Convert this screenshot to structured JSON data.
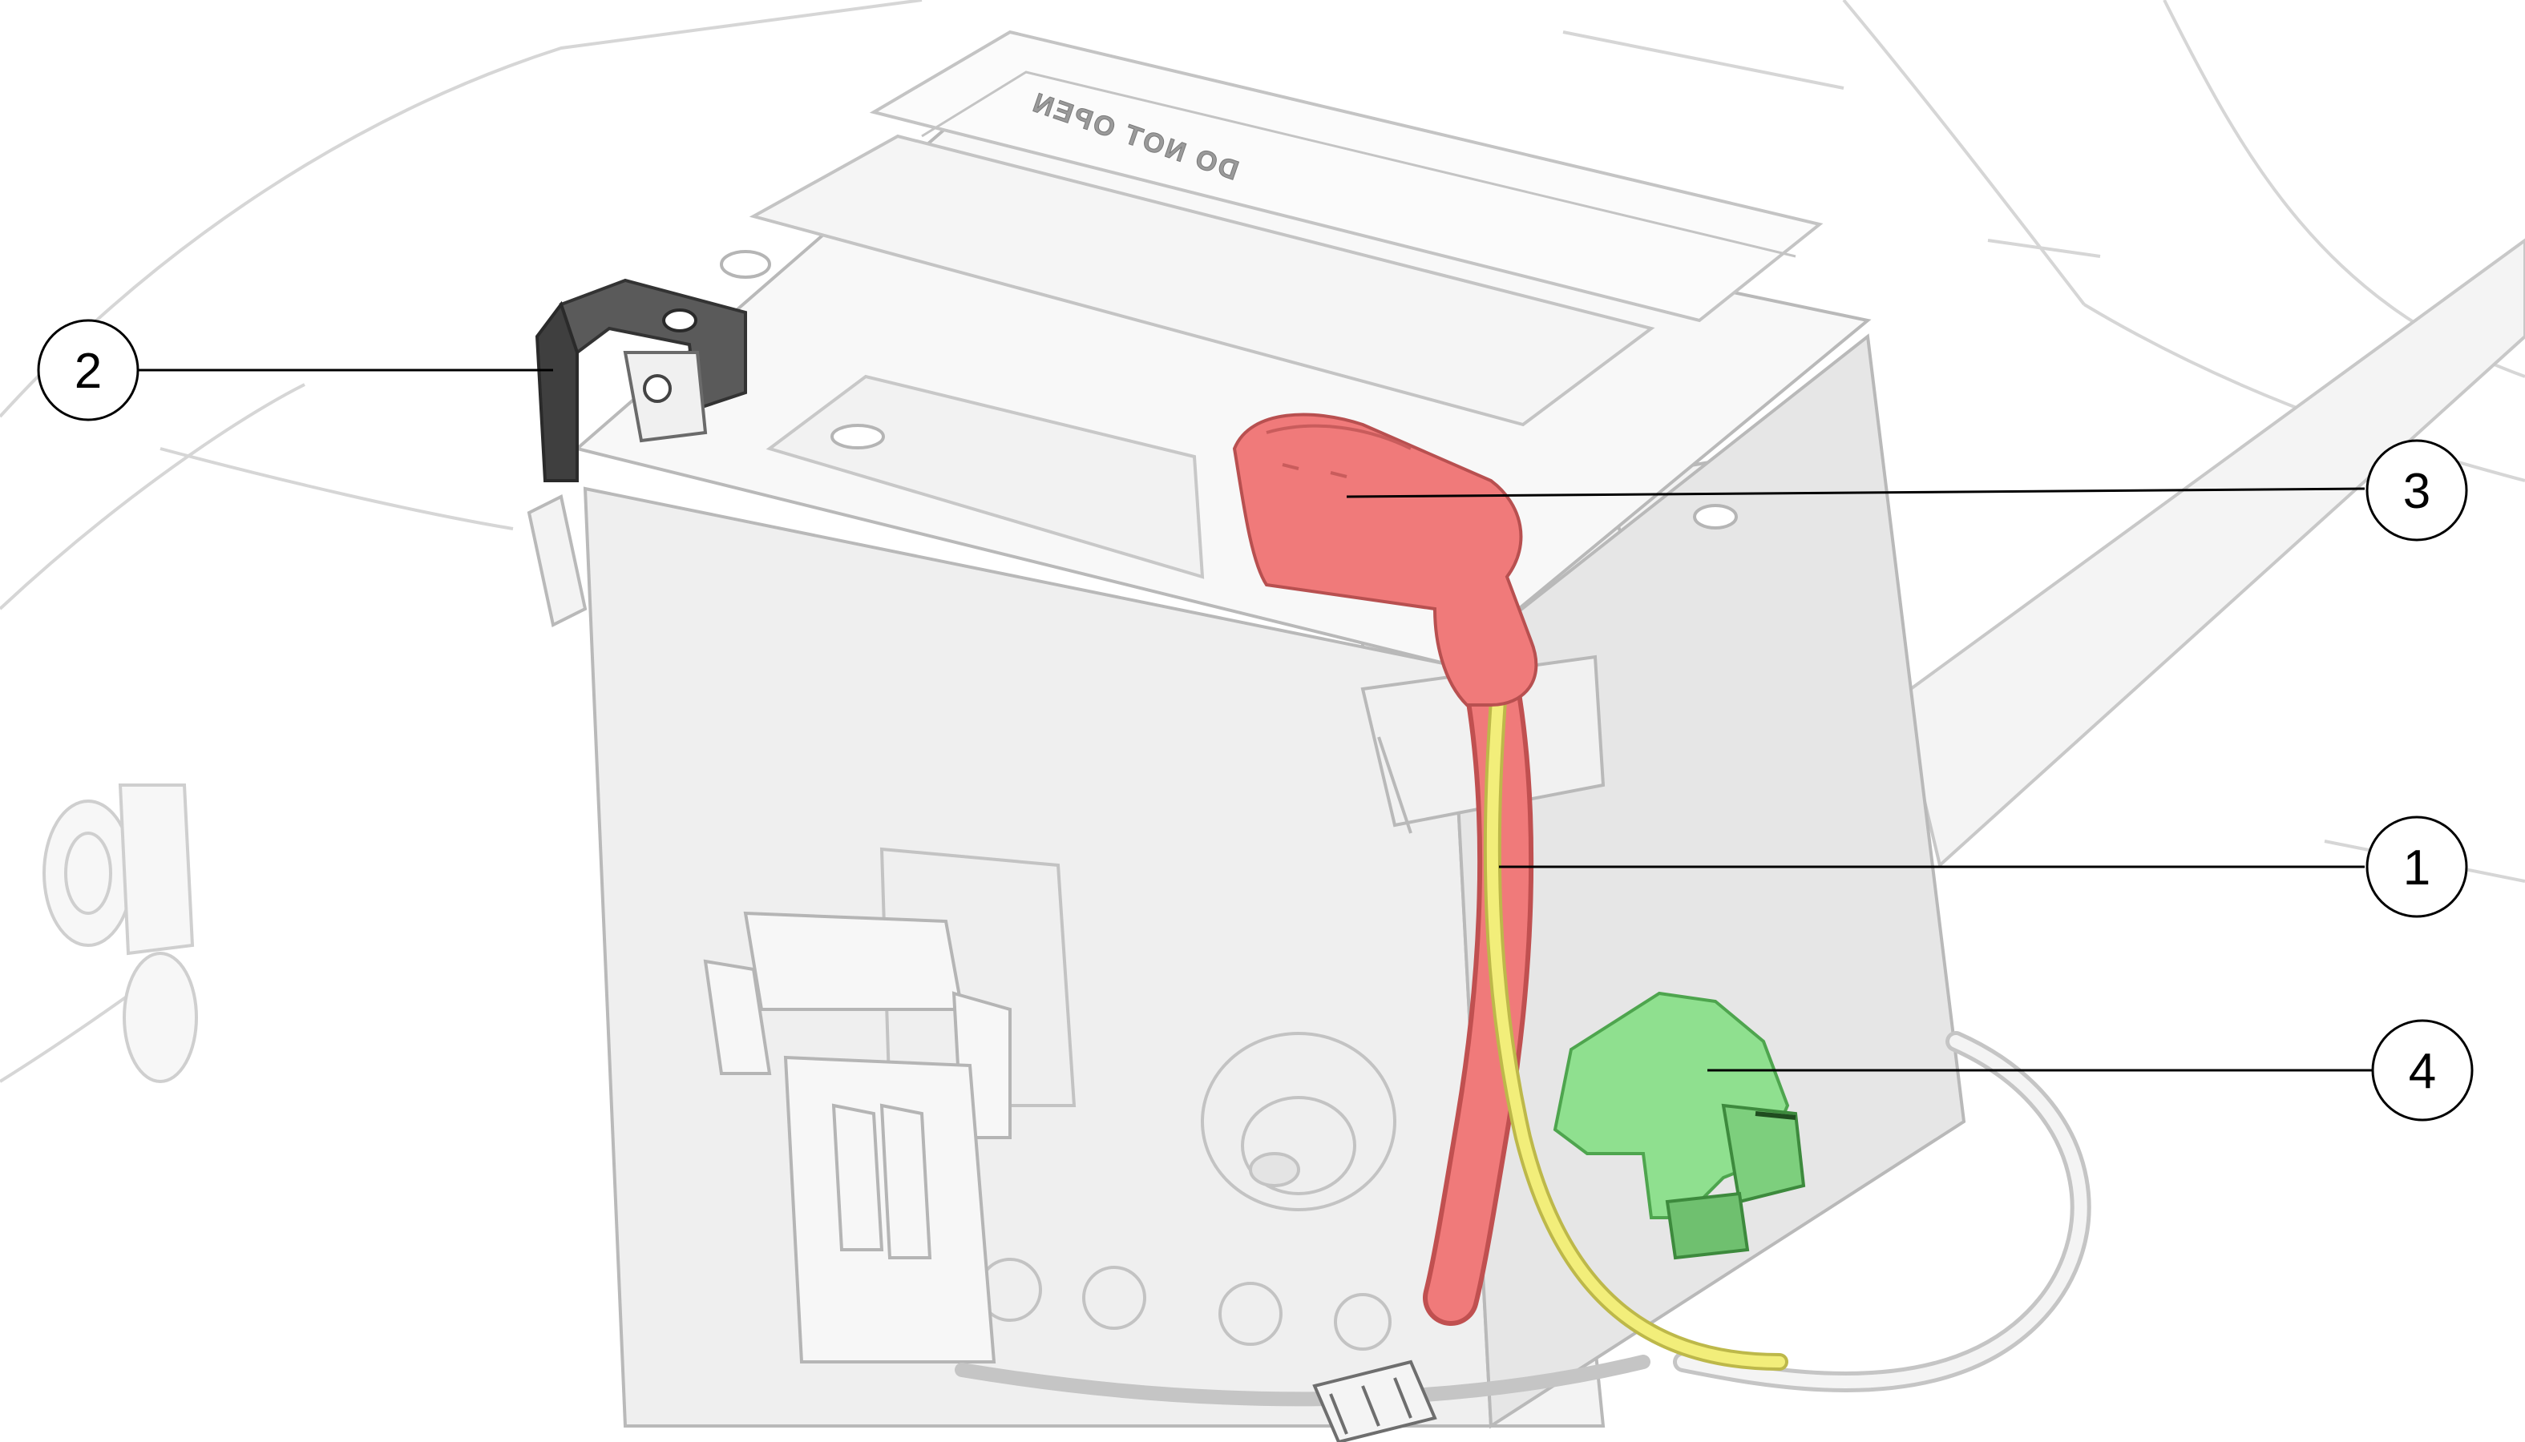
{
  "diagram": {
    "embossed_text": "DO NOT OPEN",
    "callouts": [
      {
        "id": "callout-1",
        "label": "1"
      },
      {
        "id": "callout-2",
        "label": "2"
      },
      {
        "id": "callout-3",
        "label": "3"
      },
      {
        "id": "callout-4",
        "label": "4"
      }
    ]
  },
  "colors": {
    "positive_cap": "#f07a7a",
    "negative_terminal": "#555555",
    "connector": "#8fe08f",
    "wire_yellow": "#f2ee7a",
    "outline": "#b9b9b9"
  }
}
